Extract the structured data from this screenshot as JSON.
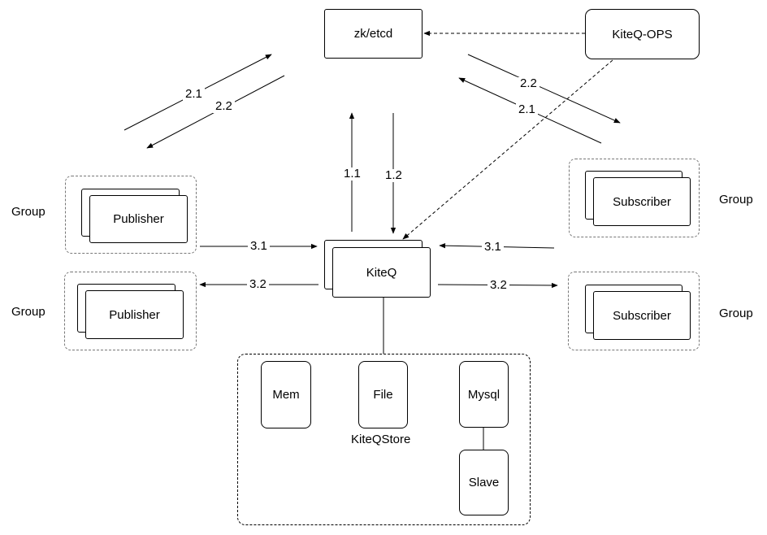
{
  "nodes": {
    "zk": "zk/etcd",
    "ops": "KiteQ-OPS",
    "kiteq": "KiteQ",
    "publisher_top": "Publisher",
    "publisher_bottom": "Publisher",
    "subscriber_top": "Subscriber",
    "subscriber_bottom": "Subscriber",
    "mem": "Mem",
    "file": "File",
    "mysql": "Mysql",
    "slave": "Slave",
    "store_label": "KiteQStore"
  },
  "groups": {
    "left_top": "Group",
    "left_bottom": "Group",
    "right_top": "Group",
    "right_bottom": "Group"
  },
  "edges": {
    "pub_register": "2.1",
    "pub_watch": "2.2",
    "sub_watch": "2.2",
    "sub_register": "2.1",
    "kiteq_register": "1.1",
    "kiteq_watch": "1.2",
    "pub_send": "3.1",
    "pub_ack": "3.2",
    "sub_ack": "3.1",
    "sub_deliver": "3.2"
  }
}
